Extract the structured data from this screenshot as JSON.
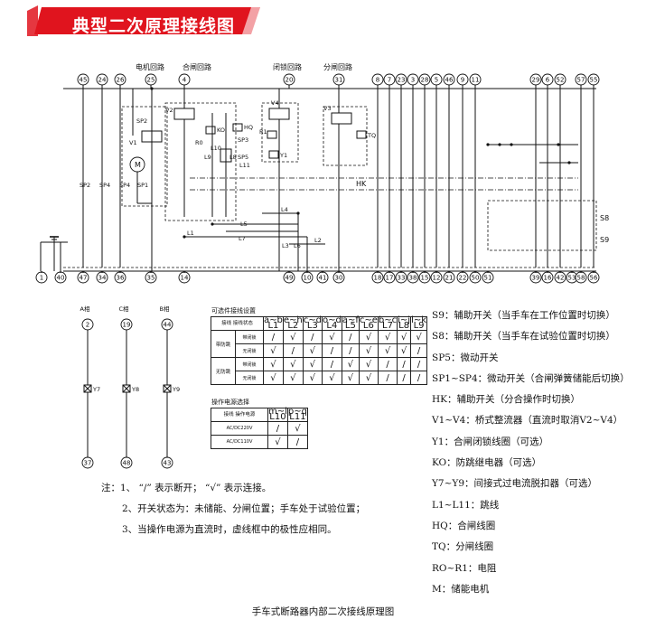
{
  "title": "典型二次原理接线图",
  "caption": "手车式断路器内部二次接线原理图",
  "section_labels": [
    "电机回路",
    "合闸回路",
    "闭锁回路",
    "分闸回路"
  ],
  "top_terminals": [
    "45",
    "24",
    "26",
    "25",
    "4",
    "20",
    "31",
    "8",
    "7",
    "23",
    "3",
    "28",
    "5",
    "46",
    "9",
    "11",
    "29",
    "6",
    "52",
    "57",
    "55"
  ],
  "bottom_terminals": [
    "1",
    "40",
    "47",
    "34",
    "36",
    "35",
    "14",
    "49",
    "10",
    "41",
    "30",
    "18",
    "17",
    "33",
    "38",
    "15",
    "12",
    "21",
    "22",
    "50",
    "51",
    "39",
    "16",
    "42",
    "53",
    "58",
    "56"
  ],
  "phase_circuits": [
    {
      "phase": "A相",
      "top": "2",
      "coil": "Y7",
      "bottom": "37"
    },
    {
      "phase": "C相",
      "top": "19",
      "coil": "Y8",
      "bottom": "48"
    },
    {
      "phase": "B相",
      "top": "44",
      "coil": "Y9",
      "bottom": "43"
    }
  ],
  "switch_table": {
    "title": "可选件接线设置",
    "corner_top": "接线",
    "corner_bottom": "接线状态",
    "columns": [
      {
        "top": "a~b",
        "bottom": "L1"
      },
      {
        "top": "e~h",
        "bottom": "L2"
      },
      {
        "top": "c~d",
        "bottom": "L3"
      },
      {
        "top": "o~d",
        "bottom": "L4"
      },
      {
        "top": "a~f",
        "bottom": "L5"
      },
      {
        "top": "c~e",
        "bottom": "L6"
      },
      {
        "top": "b~c",
        "bottom": "L7"
      },
      {
        "top": "i~j",
        "bottom": "L8"
      },
      {
        "top": "l~k",
        "bottom": "L9"
      }
    ],
    "groups": [
      {
        "name": "带防跳",
        "rows": [
          {
            "label": "带闭锁",
            "cells": [
              "/",
              "√",
              "/",
              "√",
              "/",
              "√",
              "√",
              "√",
              "√"
            ]
          },
          {
            "label": "无闭锁",
            "cells": [
              "√",
              "/",
              "√",
              "/",
              "/",
              "√",
              "√",
              "√",
              "/"
            ]
          }
        ]
      },
      {
        "name": "无防跳",
        "rows": [
          {
            "label": "带闭锁",
            "cells": [
              "√",
              "√",
              "√",
              "/",
              "√",
              "√",
              "/",
              "/",
              "/"
            ]
          },
          {
            "label": "无闭锁",
            "cells": [
              "√",
              "√",
              "√",
              "√",
              "√",
              "√",
              "/",
              "/",
              "/"
            ]
          }
        ]
      }
    ]
  },
  "power_table": {
    "title": "操作电源选择",
    "corner_top": "接线",
    "corner_bottom": "操作电源",
    "columns": [
      {
        "top": "m~l",
        "bottom": "L10"
      },
      {
        "top": "p~q",
        "bottom": "L11"
      }
    ],
    "rows": [
      {
        "label": "AC/DC220V",
        "cells": [
          "/",
          "√"
        ]
      },
      {
        "label": "AC/DC110V",
        "cells": [
          "√",
          "/"
        ]
      }
    ]
  },
  "legend": [
    "S9：辅助开关（当手车在工作位置时切换）",
    "S8：辅助开关（当手车在试验位置时切换）",
    "SP5：微动开关",
    "SP1~SP4：微动开关（合闸弹簧储能后切换）",
    "HK：辅助开关（分合操作时切换）",
    "V1~V4：桥式整流器（直流时取消V2~V4）",
    "Y1：合闸闭锁线圈（可选）",
    "KO：防跳继电器（可选）",
    "Y7~Y9：间接式过电流脱扣器（可选）",
    "L1~L11：跳线",
    "HQ：合闸线圈",
    "TQ：分闸线圈",
    "RO~R1：电阻",
    "M：储能电机"
  ],
  "notes": [
    "注：1、 “/” 表示断开； “√” 表示连接。",
    "2、开关状态为：未储能、分闸位置；手车处于试验位置；",
    "3、当操作电源为直流时，虚线框中的极性应相同。"
  ],
  "component_labels": {
    "sp": [
      "SP2",
      "SP4",
      "SP4",
      "SP1",
      "SP2",
      "SP3",
      "SP5"
    ],
    "rectifiers": [
      "V1",
      "V2",
      "V3",
      "V4"
    ],
    "coils": [
      "HQ",
      "TQ",
      "Y1",
      "KO"
    ],
    "resistors": [
      "R0",
      "R1"
    ],
    "motor": "M",
    "hk": "HK",
    "s8": "S8",
    "s9": "S9",
    "links": [
      "L1",
      "L2",
      "L3",
      "L4",
      "L5",
      "L6",
      "L7",
      "L8",
      "L9",
      "L10",
      "L11"
    ]
  },
  "colors": {
    "banner": "#e0141e",
    "ink": "#111111"
  }
}
